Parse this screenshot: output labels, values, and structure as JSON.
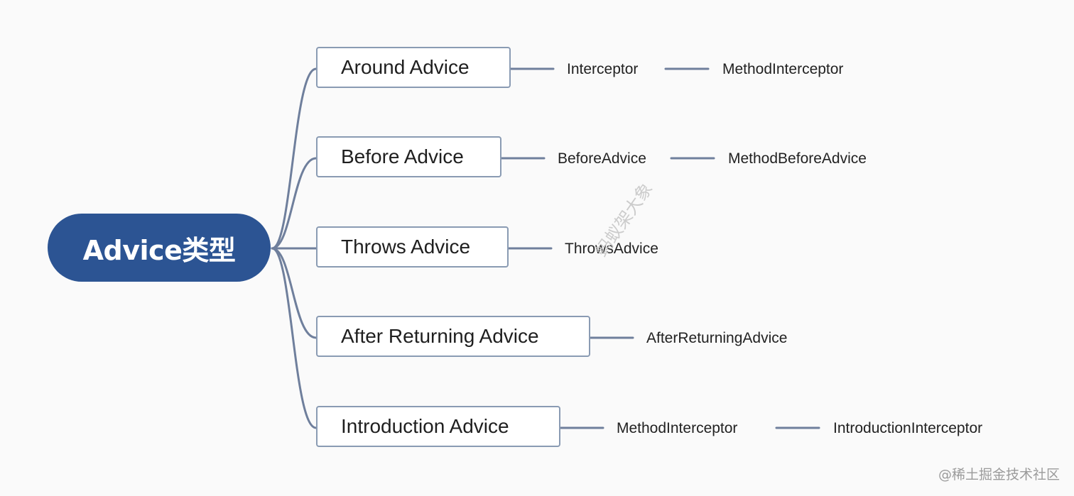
{
  "root": {
    "label": "Advice类型"
  },
  "branches": [
    {
      "label": "Around Advice",
      "children": [
        "Interceptor",
        "MethodInterceptor"
      ]
    },
    {
      "label": "Before Advice",
      "children": [
        "BeforeAdvice",
        "MethodBeforeAdvice"
      ]
    },
    {
      "label": "Throws Advice",
      "children": [
        "ThrowsAdvice"
      ]
    },
    {
      "label": "After Returning Advice",
      "children": [
        "AfterReturningAdvice"
      ]
    },
    {
      "label": "Introduction Advice",
      "children": [
        "MethodInterceptor",
        "IntroductionInterceptor"
      ]
    }
  ],
  "watermark": {
    "diagonal": "蚂蚁架大象",
    "corner": "@稀土掘金技术社区"
  },
  "colors": {
    "root": "#2c5493",
    "line": "#6f7f9c",
    "box_border": "#8a9bb3"
  }
}
